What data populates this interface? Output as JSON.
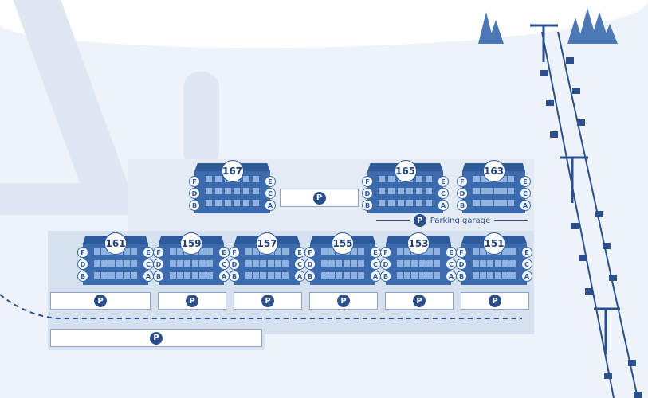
{
  "buildings_top": [
    {
      "number": "167",
      "entrances": [
        "F",
        "E",
        "D",
        "C",
        "B",
        "A"
      ]
    },
    {
      "number": "165",
      "entrances": [
        "F",
        "E",
        "D",
        "C",
        "B",
        "A"
      ]
    },
    {
      "number": "163",
      "entrances": [
        "F",
        "E",
        "D",
        "C",
        "B",
        "A"
      ]
    }
  ],
  "buildings_bottom": [
    {
      "number": "161",
      "entrances": [
        "F",
        "E",
        "D",
        "C",
        "B",
        "A"
      ]
    },
    {
      "number": "159",
      "entrances": [
        "F",
        "E",
        "D",
        "C",
        "B",
        "A"
      ]
    },
    {
      "number": "157",
      "entrances": [
        "F",
        "E",
        "D",
        "C",
        "B",
        "A"
      ]
    },
    {
      "number": "155",
      "entrances": [
        "F",
        "E",
        "D",
        "C",
        "B",
        "A"
      ]
    },
    {
      "number": "153",
      "entrances": [
        "F",
        "E",
        "D",
        "C",
        "B",
        "A"
      ]
    },
    {
      "number": "151",
      "entrances": [
        "F",
        "E",
        "D",
        "C",
        "B",
        "A"
      ]
    }
  ],
  "parking": {
    "icon_label": "P",
    "garage_label": "Parking garage"
  },
  "colors": {
    "building": "#3b6aad",
    "accent": "#2b4f8c",
    "background": "#eef3fa"
  }
}
